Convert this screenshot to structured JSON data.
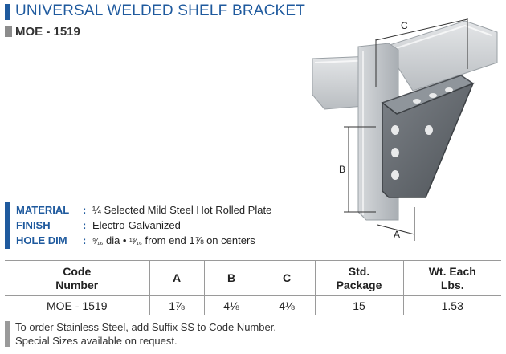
{
  "header": {
    "title": "UNIVERSAL WELDED SHELF BRACKET",
    "part_number": "MOE - 1519"
  },
  "figure": {
    "label_a": "A",
    "label_b": "B",
    "label_c": "C"
  },
  "specs": [
    {
      "label": "MATERIAL",
      "colon": ":",
      "value": "¼ Selected Mild Steel Hot Rolled Plate"
    },
    {
      "label": "FINISH",
      "colon": ":",
      "value": "Electro-Galvanized"
    },
    {
      "label": "HOLE DIM",
      "colon": ":",
      "frac1": "⁹⁄₁₆",
      "text1": " dia  •  ",
      "frac2": "¹³⁄₁₆",
      "text2": " from end 1⅞  on centers"
    }
  ],
  "table": {
    "headers": [
      {
        "line1": "Code",
        "line2": "Number"
      },
      {
        "line1": "A",
        "line2": ""
      },
      {
        "line1": "B",
        "line2": ""
      },
      {
        "line1": "C",
        "line2": ""
      },
      {
        "line1": "Std.",
        "line2": "Package"
      },
      {
        "line1": "Wt. Each",
        "line2": "Lbs."
      }
    ],
    "rows": [
      [
        "MOE - 1519",
        "1⅞",
        "4⅛",
        "4⅛",
        "15",
        "1.53"
      ]
    ]
  },
  "notes": [
    "To order Stainless Steel, add Suffix SS to Code Number.",
    "Special Sizes available on request."
  ],
  "colors": {
    "accent": "#1f5a9e",
    "gray_bar": "#8c8c8c"
  }
}
